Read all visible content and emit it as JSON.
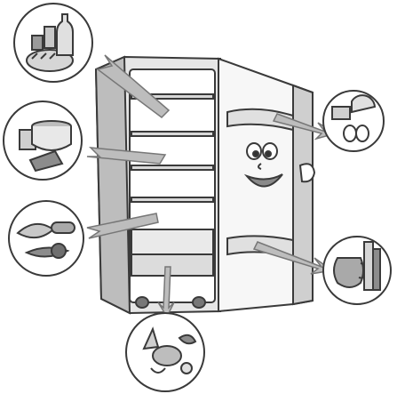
{
  "diagram": {
    "kind": "refrigerator-food-storage-illustration",
    "palette": {
      "stroke": "#3a3a3a",
      "fill_light": "#ffffff",
      "fill_mid": "#cfcfcf",
      "fill_dark": "#8c8c8c",
      "fill_shade": "#a9a9a9",
      "arrow": "#9a9a9a"
    },
    "zones": [
      {
        "id": "top-shelf",
        "icon": "bread-cans-bottle-icon",
        "label": ""
      },
      {
        "id": "middle-shelf",
        "icon": "pot-cheese-cake-icon",
        "label": ""
      },
      {
        "id": "lower-shelf",
        "icon": "meat-fish-sausage-icon",
        "label": ""
      },
      {
        "id": "crisper-drawer",
        "icon": "vegetables-icon",
        "label": ""
      },
      {
        "id": "door-upper-rack",
        "icon": "eggs-butter-cheese-icon",
        "label": ""
      },
      {
        "id": "door-lower-rack",
        "icon": "jug-bottles-icon",
        "label": ""
      }
    ]
  }
}
